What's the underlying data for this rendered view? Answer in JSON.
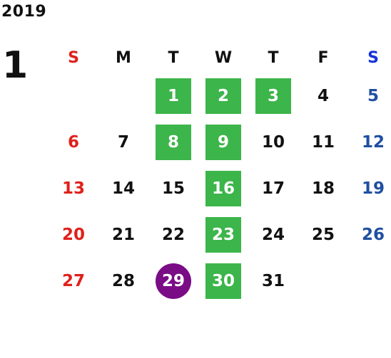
{
  "year": "2019",
  "month": "1",
  "weekdays": [
    "S",
    "M",
    "T",
    "W",
    "T",
    "F",
    "S"
  ],
  "weeks": [
    [
      "",
      "",
      "1",
      "2",
      "3",
      "4",
      "5"
    ],
    [
      "6",
      "7",
      "8",
      "9",
      "10",
      "11",
      "12"
    ],
    [
      "13",
      "14",
      "15",
      "16",
      "17",
      "18",
      "19"
    ],
    [
      "20",
      "21",
      "22",
      "23",
      "24",
      "25",
      "26"
    ],
    [
      "27",
      "28",
      "29",
      "30",
      "31",
      "",
      ""
    ]
  ],
  "highlighted_days": [
    "1",
    "2",
    "3",
    "8",
    "9",
    "16",
    "23",
    "30"
  ],
  "circled_day": "29",
  "colors": {
    "sunday": "#e0201b",
    "saturday": "#1f4fa0",
    "highlight_green": "#3cb54a",
    "circle_purple": "#7a0c86"
  }
}
